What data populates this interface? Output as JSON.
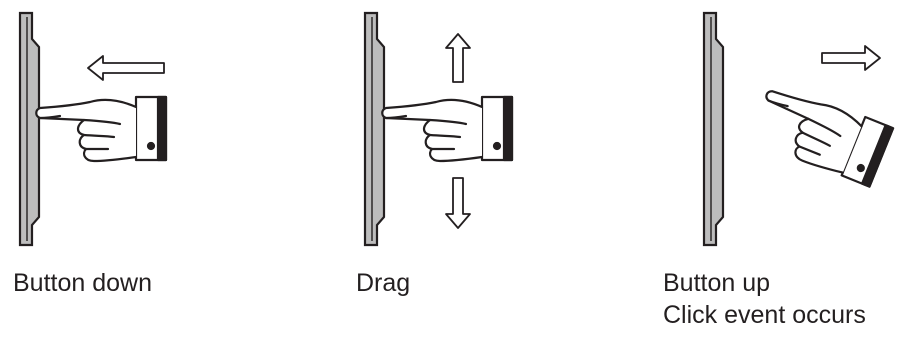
{
  "steps": [
    {
      "label": "Button down",
      "arrows": [
        "left-arrow"
      ]
    },
    {
      "label": "Drag",
      "arrows": [
        "up-arrow",
        "down-arrow"
      ]
    },
    {
      "label": "Button up",
      "caption": "Click event occurs",
      "arrows": [
        "right-arrow"
      ]
    }
  ],
  "colors": {
    "ink": "#231f20",
    "panel_fill": "#bdbdbd",
    "background": "#ffffff"
  },
  "icons": [
    "touch-panel-icon",
    "pointing-hand-icon",
    "left-arrow-icon",
    "up-arrow-icon",
    "down-arrow-icon",
    "right-arrow-icon"
  ]
}
